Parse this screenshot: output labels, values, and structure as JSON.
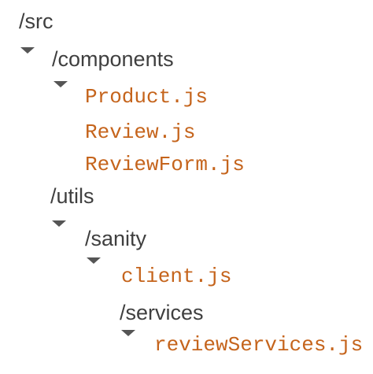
{
  "tree": {
    "src": {
      "label": "/src",
      "icon": "caret-down-icon"
    },
    "components": {
      "label": "/components",
      "icon": "caret-down-icon"
    },
    "product": {
      "label": "Product.js"
    },
    "review": {
      "label": "Review.js"
    },
    "review_form": {
      "label": "ReviewForm.js"
    },
    "utils": {
      "label": "/utils",
      "icon": "caret-down-icon"
    },
    "sanity": {
      "label": "/sanity",
      "icon": "caret-down-icon"
    },
    "client": {
      "label": "client.js"
    },
    "services": {
      "label": "/services",
      "icon": "caret-down-icon"
    },
    "review_services": {
      "label": "reviewServices.js"
    }
  },
  "colors": {
    "folder_text": "#3f3f3f",
    "file_text": "#c5641c",
    "caret": "#555555"
  }
}
